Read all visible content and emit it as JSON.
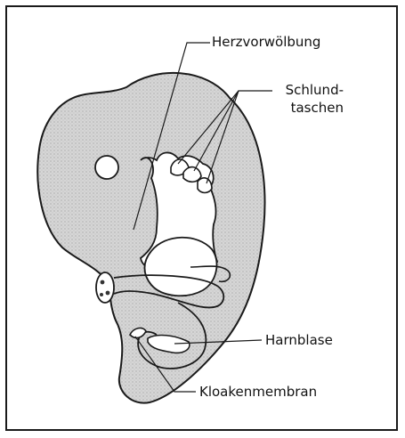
{
  "colors": {
    "ink": "#1a1a1a",
    "embryo_fill": "#d2d2d2",
    "cavity_fill": "#ffffff",
    "background": "#ffffff"
  },
  "labels": {
    "heart": "Herzvorwölbung",
    "pharyngeal_line1": "Schlund-",
    "pharyngeal_line2": "taschen",
    "bladder": "Harnblase",
    "cloacal_membrane": "Kloakenmembran"
  }
}
